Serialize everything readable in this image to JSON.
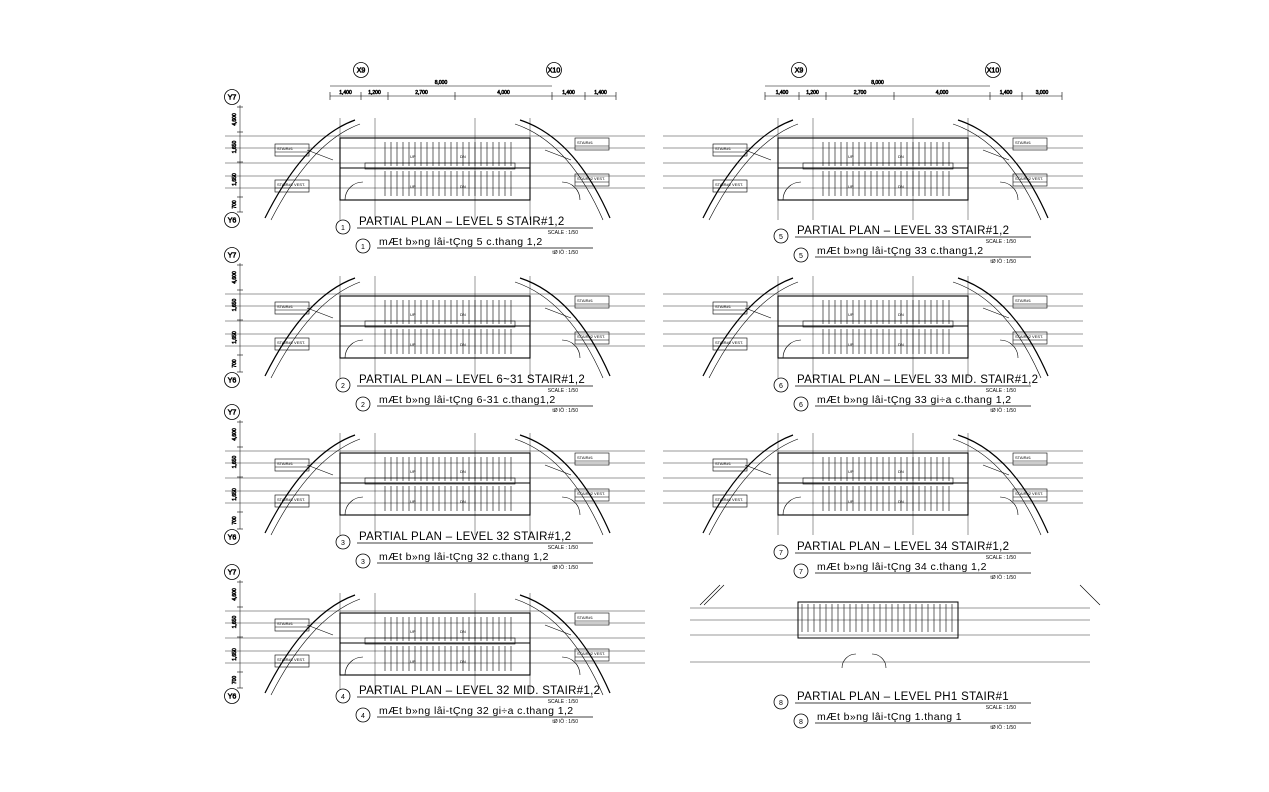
{
  "grid": {
    "x_left": [
      "X9",
      "X10"
    ],
    "x_right": [
      "X9",
      "X10"
    ],
    "y": [
      "Y7",
      "Y6"
    ],
    "overall_dim": "8,000",
    "left_dims": [
      "1,400",
      "1,200",
      "2,700",
      "4,000",
      "1,400",
      "1,400"
    ],
    "right_dims": [
      "1,400",
      "1,200",
      "2,700",
      "4,000",
      "1,400",
      "3,000"
    ],
    "left_vertical_dims": [
      "4,600",
      "1,650",
      "1,650",
      "700"
    ]
  },
  "labels": {
    "stair_tag": "STAIR#1",
    "vest_tag": "STAIR#2 VEST.",
    "up": "UP",
    "dn": "DN"
  },
  "drawings": [
    {
      "num": "1",
      "title": "PARTIAL PLAN – LEVEL 5 STAIR#1,2",
      "scale": "SCALE : 1/50",
      "vn_title": "mÆt b»ng lâi-tÇng 5 c.thang 1,2",
      "vn_scale": "tØ lÖ : 1/50"
    },
    {
      "num": "2",
      "title": "PARTIAL PLAN – LEVEL 6~31 STAIR#1,2",
      "scale": "SCALE : 1/50",
      "vn_title": "mÆt b»ng lâi-tÇng 6-31 c.thang1,2",
      "vn_scale": "tØ lÖ : 1/50"
    },
    {
      "num": "3",
      "title": "PARTIAL PLAN – LEVEL 32 STAIR#1,2",
      "scale": "SCALE : 1/50",
      "vn_title": "mÆt b»ng lâi-tÇng 32 c.thang 1,2",
      "vn_scale": "tØ lÖ : 1/50"
    },
    {
      "num": "4",
      "title": "PARTIAL PLAN – LEVEL 32 MID. STAIR#1,2",
      "scale": "SCALE : 1/50",
      "vn_title": "mÆt b»ng lâi-tÇng 32 gi÷a c.thang 1,2",
      "vn_scale": "tØ lÖ : 1/50"
    },
    {
      "num": "5",
      "title": "PARTIAL PLAN – LEVEL 33 STAIR#1,2",
      "scale": "SCALE : 1/50",
      "vn_title": "mÆt b»ng lâi-tÇng 33 c.thang1,2",
      "vn_scale": "tØ lÖ : 1/50"
    },
    {
      "num": "6",
      "title": "PARTIAL PLAN – LEVEL 33 MID. STAIR#1,2",
      "scale": "SCALE : 1/50",
      "vn_title": "mÆt b»ng lâi-tÇng 33 gi÷a c.thang 1,2",
      "vn_scale": "tØ lÖ : 1/50"
    },
    {
      "num": "7",
      "title": "PARTIAL PLAN – LEVEL 34 STAIR#1,2",
      "scale": "SCALE : 1/50",
      "vn_title": "mÆt b»ng lâi-tÇng 34 c.thang 1,2",
      "vn_scale": "tØ lÖ : 1/50"
    },
    {
      "num": "8",
      "title": "PARTIAL PLAN – LEVEL PH1 STAIR#1",
      "scale": "SCALE : 1/50",
      "vn_title": "mÆt b»ng lâi-tÇng 1.thang 1",
      "vn_scale": "tØ lÖ : 1/50"
    }
  ]
}
